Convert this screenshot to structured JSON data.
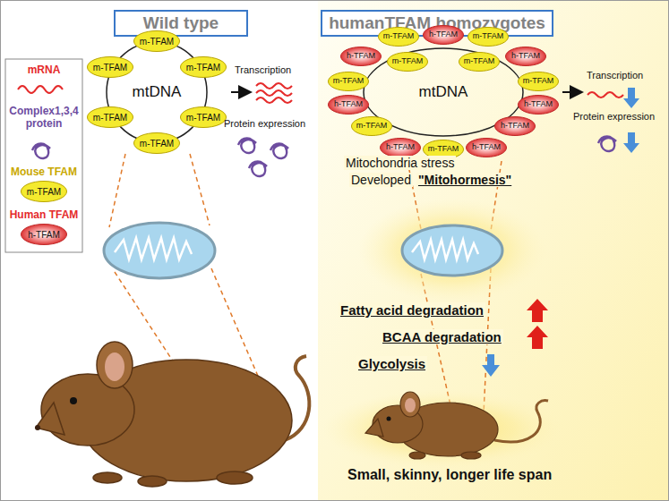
{
  "diagram": {
    "nodes": [
      {
        "text": [
          "Wild type"
        ]
      },
      {
        "text": [
          "m-TFAM"
        ]
      },
      {
        "text": [
          "h-TFAM"
        ]
      },
      {
        "text": [
          "mtDNA"
        ]
      },
      {
        "text": [
          "m-TFAM"
        ]
      },
      {
        "text": [
          "m-TFAM"
        ]
      },
      {
        "text": [
          "m-TFAM"
        ]
      },
      {
        "text": [
          "m-TFAM"
        ]
      },
      {
        "text": [
          "m-TFAM"
        ]
      },
      {
        "text": [
          "m-TFAM"
        ]
      },
      {
        "text": [
          "humanTFAM homozygotes"
        ]
      },
      {
        "text": [
          "mtDNA"
        ]
      },
      {
        "text": [
          "m-TFAM"
        ]
      },
      {
        "text": [
          "h-TFAM"
        ]
      },
      {
        "text": [
          "m-TFAM"
        ]
      },
      {
        "text": [
          "h-TFAM"
        ]
      },
      {
        "text": [
          "h-TFAM"
        ]
      },
      {
        "text": [
          "m-TFAM"
        ]
      },
      {
        "text": [
          "m-TFAM"
        ]
      },
      {
        "text": [
          "m-TFAM"
        ]
      },
      {
        "text": [
          "m-TFAM"
        ]
      },
      {
        "text": [
          "h-TFAM"
        ]
      },
      {
        "text": [
          "h-TFAM"
        ]
      },
      {
        "text": [
          "m-TFAM"
        ]
      },
      {
        "text": [
          "h-TFAM"
        ]
      },
      {
        "text": [
          "h-TFAM"
        ]
      },
      {
        "text": [
          "m-TFAM"
        ]
      },
      {
        "text": [
          "h-TFAM"
        ]
      }
    ],
    "labels": [
      "Transcription",
      "Protein expression",
      "Transcription",
      "Protein expression",
      "Mitochondria stress",
      "Developed",
      "\"Mitohormesis\"",
      "Fatty acid degradation",
      "BCAA degradation",
      "Glycolysis",
      "Small, skinny, longer life span"
    ],
    "legend": [
      {
        "text": "mRNA"
      },
      {
        "text": "Complex1,3,4 protein"
      },
      {
        "text": "Mouse TFAM"
      },
      {
        "text": "Human TFAM"
      }
    ]
  }
}
